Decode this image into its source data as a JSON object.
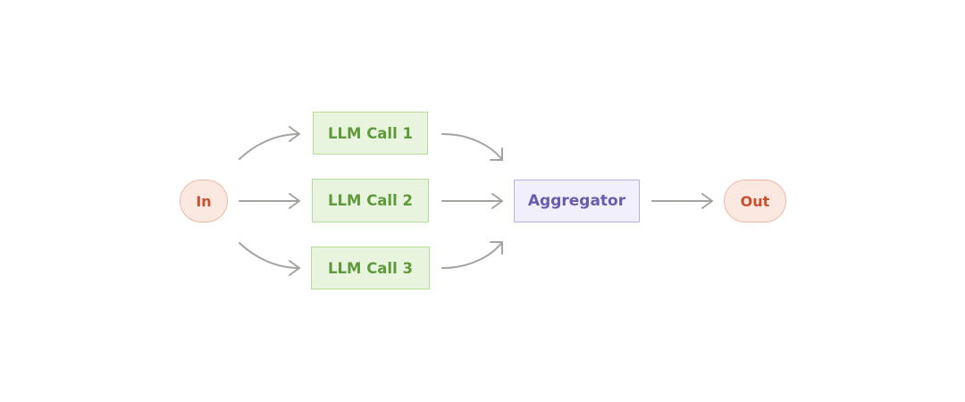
{
  "diagram": {
    "input_label": "In",
    "llm_calls": [
      "LLM Call 1",
      "LLM Call 2",
      "LLM Call 3"
    ],
    "aggregator_label": "Aggregator",
    "output_label": "Out"
  },
  "colors": {
    "io_fill": "#fbe8e1",
    "io_border": "#f0b8a4",
    "io_text": "#c8502e",
    "llm_fill": "#e8f4dd",
    "llm_border": "#b6dc9b",
    "llm_text": "#5f9a3a",
    "aggregator_fill": "#f1effb",
    "aggregator_border": "#b9b0e4",
    "aggregator_text": "#6a5bb0",
    "arrow": "#a3a3a0"
  }
}
